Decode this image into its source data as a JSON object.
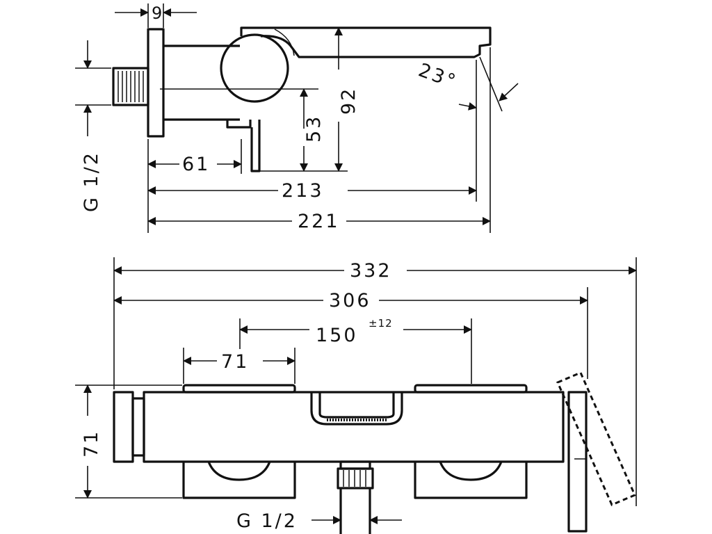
{
  "dimensions": {
    "top_thread_width": "9",
    "lever_to_wall": "61",
    "outlet_height": "53",
    "total_height": "92",
    "spout_projection": "213",
    "total_projection": "221",
    "spout_angle": "23°",
    "wall_thread": "G 1/2",
    "overall_length": "332",
    "body_length": "306",
    "centre_distance": "150",
    "centre_tolerance": "±12",
    "cover_width": "71",
    "body_depth": "71",
    "bottom_thread": "G 1/2"
  }
}
